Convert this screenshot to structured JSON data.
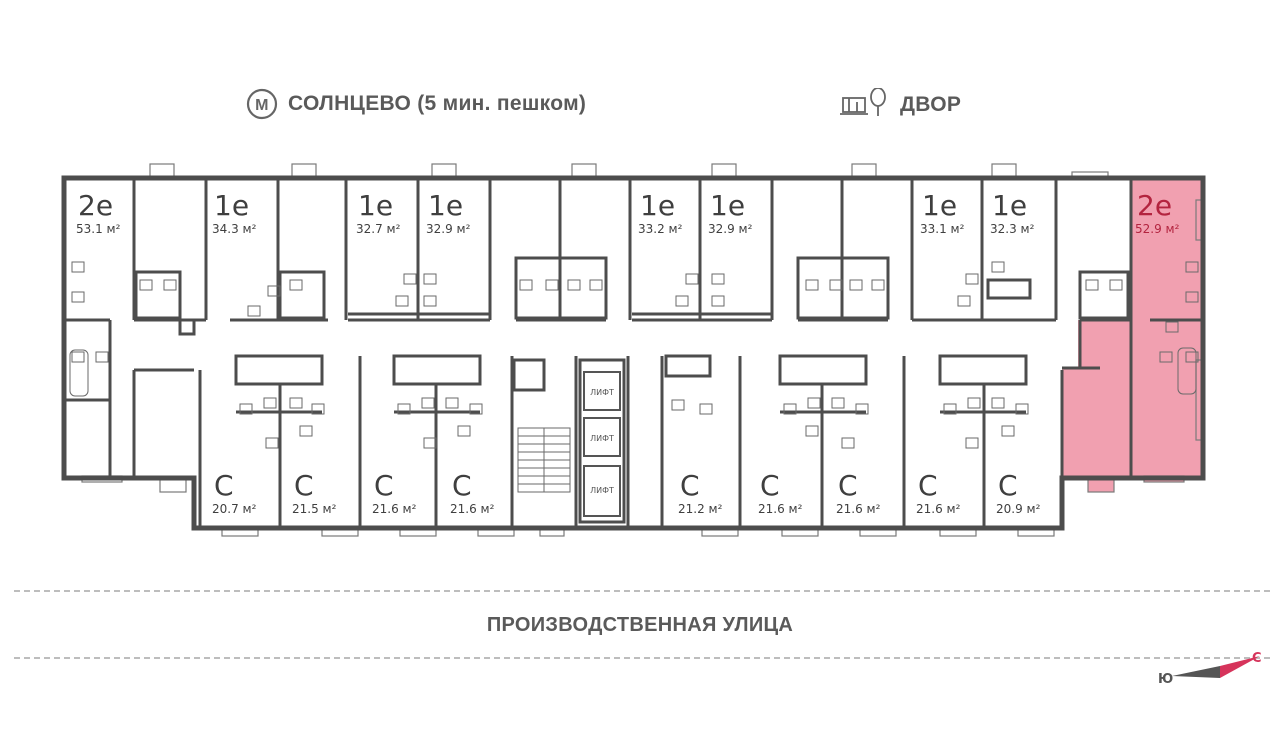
{
  "header": {
    "metro_icon_letter": "М",
    "metro_label": "СОЛНЦЕВО (5 мин. пешком)",
    "yard_label": "ДВОР",
    "yard_icon": "playground-tree-icon"
  },
  "street_label": "ПРОИЗВОДСТВЕННАЯ УЛИЦА",
  "lift_label": "ЛИФТ",
  "compass": {
    "north": "С",
    "south": "Ю"
  },
  "colors": {
    "highlight": "#f1a0b0",
    "highlight_text": "#b3243f",
    "wall": "#4d4d4d"
  },
  "units": [
    {
      "type": "2е",
      "area": "53.1 м²",
      "highlighted": false
    },
    {
      "type": "1е",
      "area": "34.3 м²",
      "highlighted": false
    },
    {
      "type": "1е",
      "area": "32.7 м²",
      "highlighted": false
    },
    {
      "type": "1е",
      "area": "32.9 м²",
      "highlighted": false
    },
    {
      "type": "1е",
      "area": "33.2 м²",
      "highlighted": false
    },
    {
      "type": "1е",
      "area": "32.9 м²",
      "highlighted": false
    },
    {
      "type": "1е",
      "area": "33.1 м²",
      "highlighted": false
    },
    {
      "type": "1е",
      "area": "32.3 м²",
      "highlighted": false
    },
    {
      "type": "2е",
      "area": "52.9 м²",
      "highlighted": true
    },
    {
      "type": "С",
      "area": "20.7 м²",
      "highlighted": false
    },
    {
      "type": "С",
      "area": "21.5 м²",
      "highlighted": false
    },
    {
      "type": "С",
      "area": "21.6 м²",
      "highlighted": false
    },
    {
      "type": "С",
      "area": "21.6 м²",
      "highlighted": false
    },
    {
      "type": "С",
      "area": "21.2 м²",
      "highlighted": false
    },
    {
      "type": "С",
      "area": "21.6 м²",
      "highlighted": false
    },
    {
      "type": "С",
      "area": "21.6 м²",
      "highlighted": false
    },
    {
      "type": "С",
      "area": "21.6 м²",
      "highlighted": false
    },
    {
      "type": "С",
      "area": "20.9 м²",
      "highlighted": false
    }
  ]
}
